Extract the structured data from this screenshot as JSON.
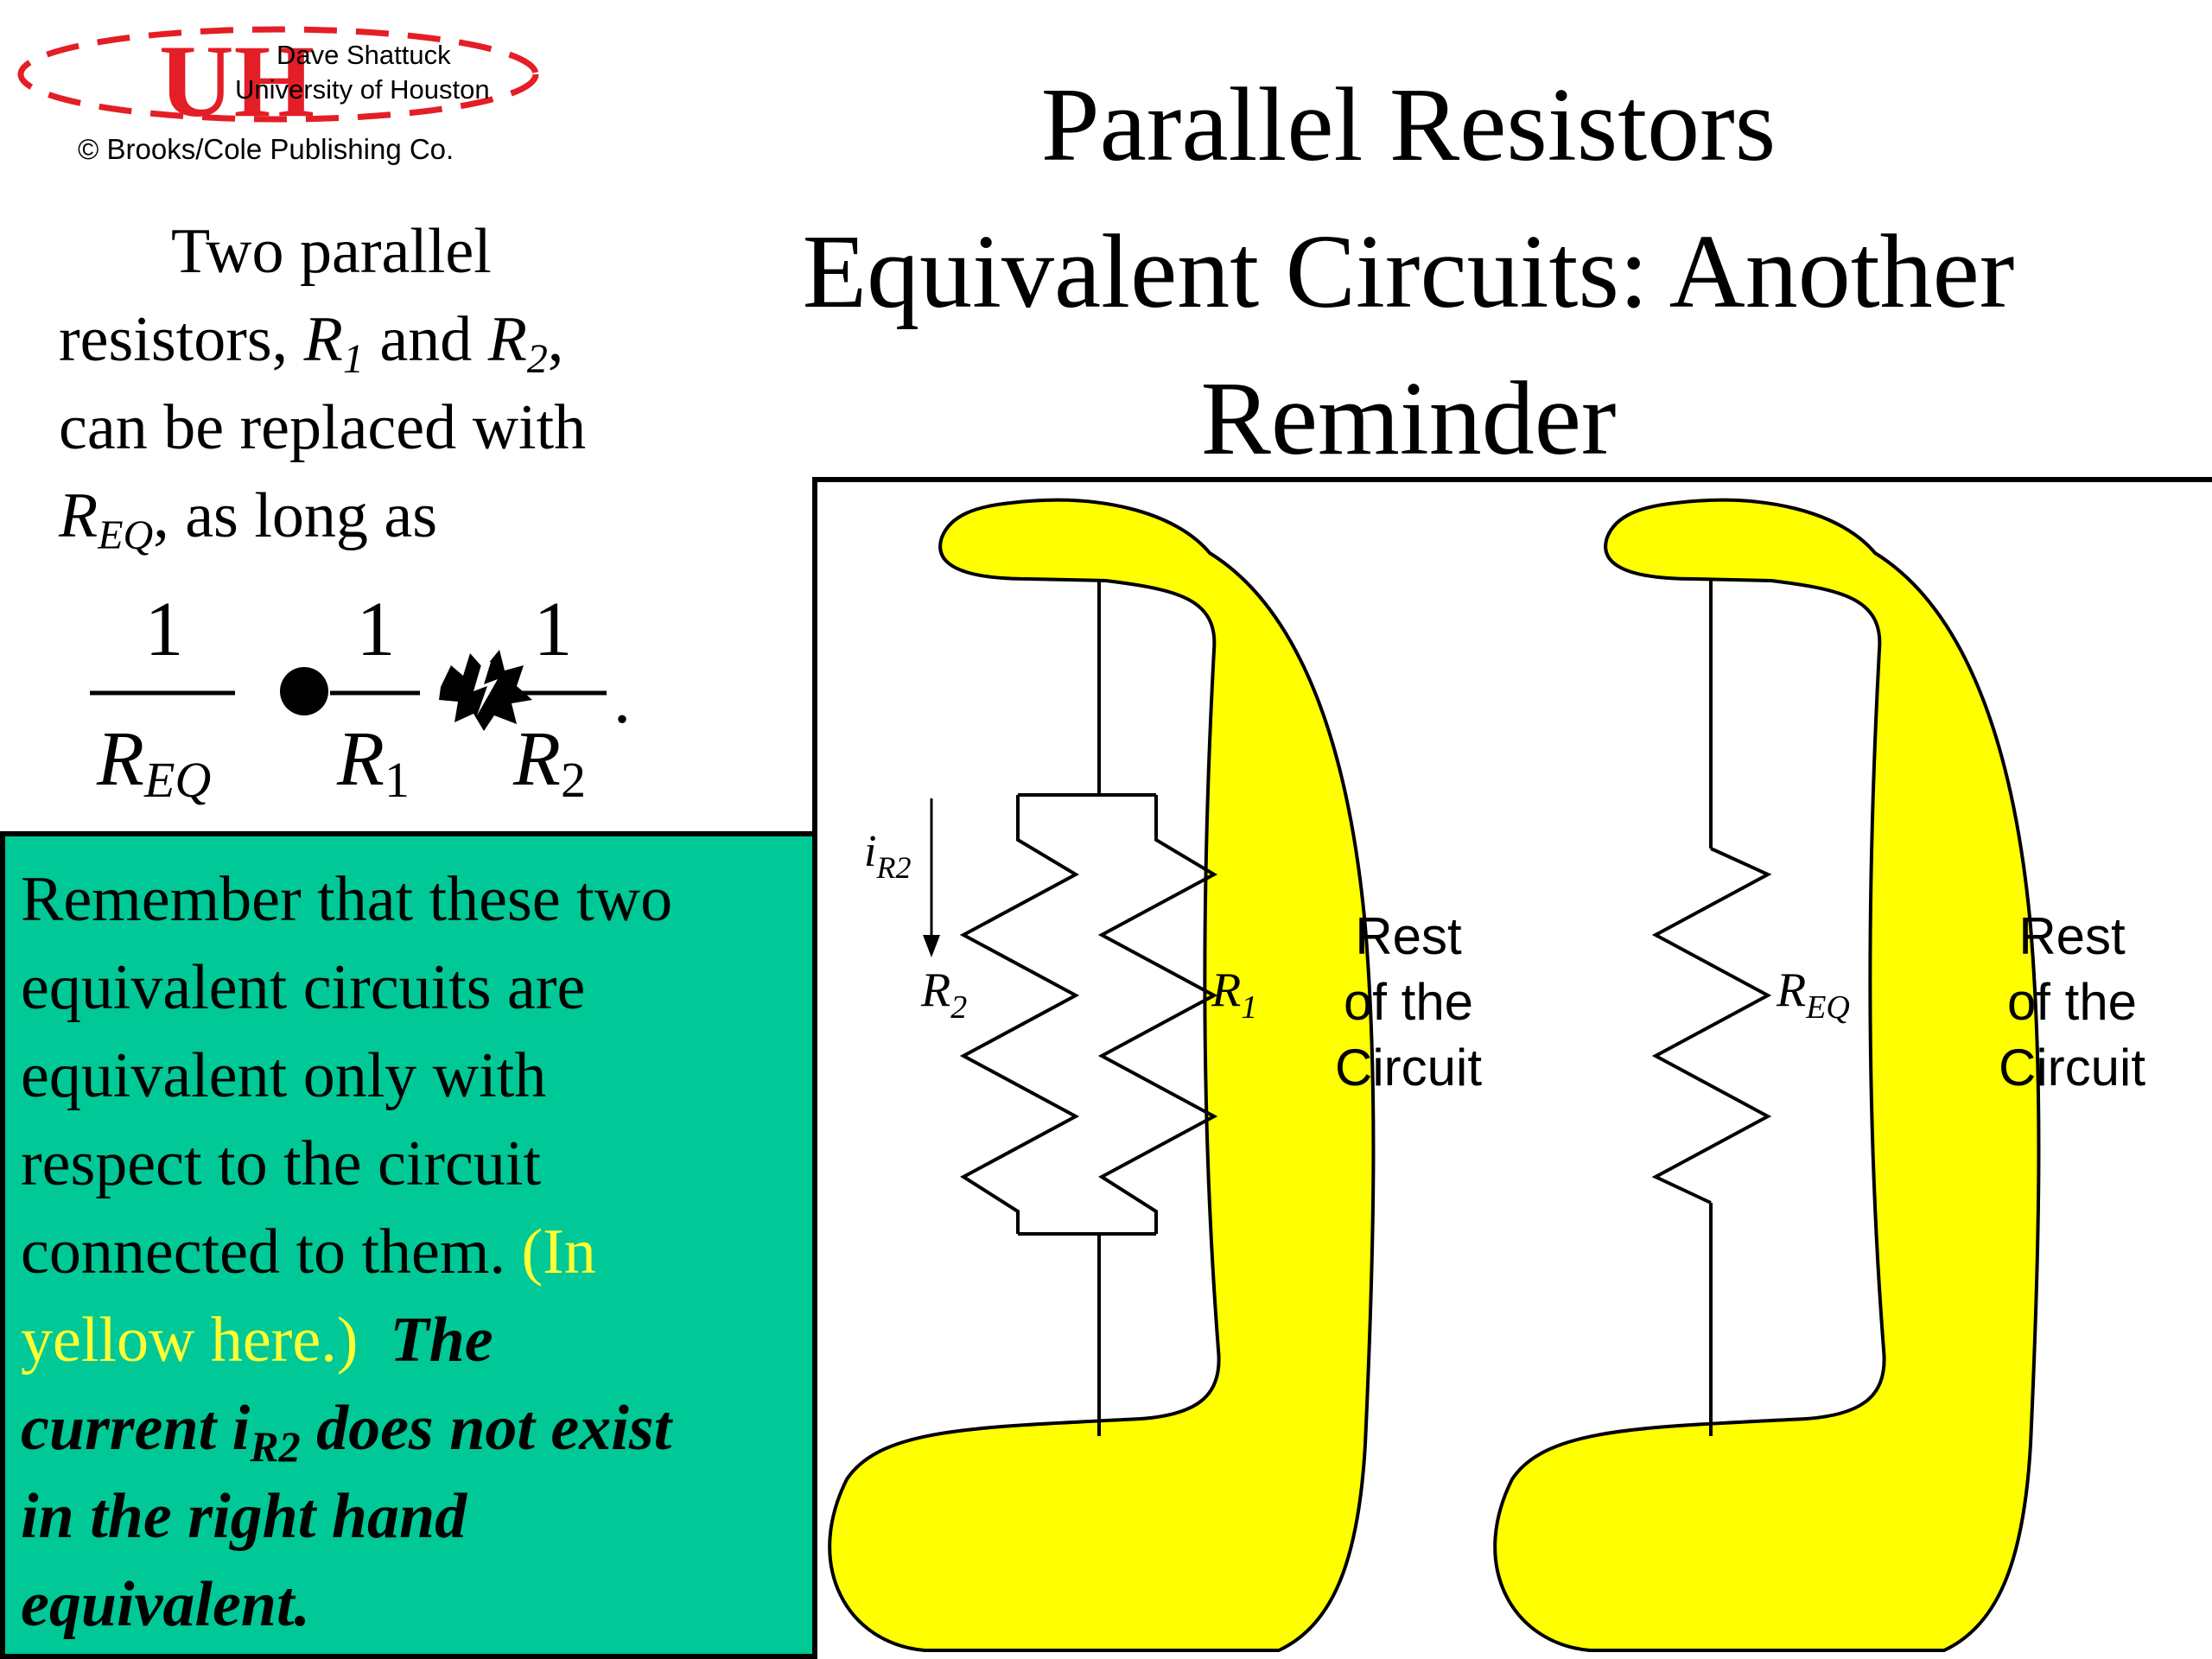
{
  "logo": {
    "mark": "UH",
    "author": "Dave Shattuck",
    "university": "University of Houston",
    "copyright": "© Brooks/Cole Publishing Co."
  },
  "title": {
    "line1": "Parallel Resistors",
    "line2": "Equivalent Circuits: Another",
    "line3": "Reminder"
  },
  "intro": {
    "t1": "Two parallel",
    "t2": "resistors, ",
    "r1": "R",
    "r1_sub": "1",
    "t3": " and ",
    "r2": "R",
    "r2_sub": "2",
    "t4": ",",
    "t5": "can be replaced with",
    "req": "R",
    "req_sub": "EQ",
    "t6": ", as long as"
  },
  "formula": {
    "numerator": "1",
    "req": "R",
    "req_sub": "EQ",
    "r1": "R",
    "r1_sub": "1",
    "r2": "R",
    "r2_sub": "2",
    "end": "."
  },
  "note": {
    "l1": "Remember that these two",
    "l2": "equivalent circuits are",
    "l3": "equivalent only with",
    "l4": "respect to the circuit",
    "l5a": "connected to them. ",
    "l5b": "(In",
    "l6a": "yellow here.)",
    "l6b": "The",
    "l7a": "current i",
    "l7sub": "R2",
    "l7b": " does not exist",
    "l8": "in the right hand",
    "l9": "equivalent."
  },
  "diagram": {
    "left_block_l1": "Rest",
    "left_block_l2": "of the",
    "left_block_l3": "Circuit",
    "right_block_l1": "Rest",
    "right_block_l2": "of the",
    "right_block_l3": "Circuit",
    "current_label": "i",
    "current_sub": "R2",
    "r2_label": "R",
    "r2_sub": "2",
    "r1_label": "R",
    "r1_sub": "1",
    "req_label": "R",
    "req_sub": "EQ"
  },
  "colors": {
    "yellow_block": "#ffff00",
    "note_bg": "#00c896",
    "note_highlight": "#ffff33",
    "logo_red": "#e41e26"
  }
}
